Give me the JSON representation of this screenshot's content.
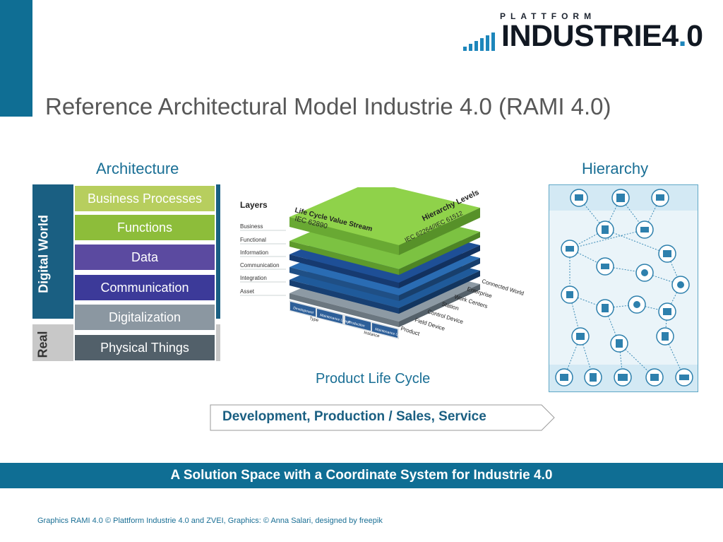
{
  "logo": {
    "top": "PLATTFORM",
    "main": "INDUSTRIE4",
    "dot": ".",
    "suffix": "0"
  },
  "title": "Reference Architectural Model Industrie 4.0 (RAMI 4.0)",
  "architecture": {
    "heading": "Architecture",
    "digital_label": "Digital World",
    "real_label": "Real",
    "layers": [
      {
        "label": "Business Processes",
        "color": "#b7ce5e"
      },
      {
        "label": "Functions",
        "color": "#8dbd3a"
      },
      {
        "label": "Data",
        "color": "#5b4aa0"
      },
      {
        "label": "Communication",
        "color": "#3c3a99"
      },
      {
        "label": "Digitalization",
        "color": "#8b97a1"
      },
      {
        "label": "Physical Things",
        "color": "#52606a"
      }
    ]
  },
  "cube": {
    "layers_title": "Layers",
    "layer_labels": [
      "Business",
      "Functional",
      "Information",
      "Communication",
      "Integration",
      "Asset"
    ],
    "life_cycle": "Life Cycle Value Stream",
    "life_cycle_std": "IEC 62890",
    "hierarchy": "Hierarchy Levels",
    "hierarchy_std": "IEC 62264//IEC 61512",
    "levels": [
      "Product",
      "Field Device",
      "Control Device",
      "Station",
      "Work Centers",
      "Enterprise",
      "Connected World"
    ],
    "type_label": "Type",
    "instance_label": "Instance",
    "phases": [
      "Development",
      "Maintenance Usage",
      "Production",
      "Maintenance Usage"
    ]
  },
  "hierarchy_heading": "Hierarchy",
  "product_life_cycle": "Product Life Cycle",
  "arrow_text": "Development, Production / Sales, Service",
  "banner": "A Solution Space with a Coordinate System for Industrie 4.0",
  "footer": "Graphics RAMI 4.0 © Plattform Industrie 4.0 and ZVEI, Graphics: © Anna Salari, designed by freepik",
  "colors": {
    "accent": "#0f6e94",
    "heading": "#1a6f95"
  }
}
